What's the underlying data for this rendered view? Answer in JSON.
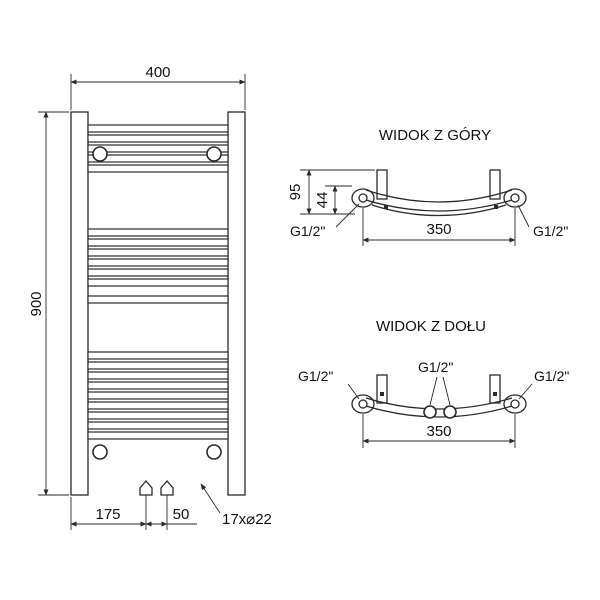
{
  "front_view": {
    "dim_width": "400",
    "dim_height": "900",
    "dim_left_offset": "175",
    "dim_pipe_spacing": "50",
    "tube_spec": "17x⌀22"
  },
  "top_view": {
    "title": "WIDOK Z GÓRY",
    "dim_depth_total": "95",
    "dim_depth_axis": "44",
    "connection_left": "G1/2\"",
    "connection_right": "G1/2\"",
    "dim_axis_spacing": "350"
  },
  "bottom_view": {
    "title": "WIDOK Z DOŁU",
    "connection_left": "G1/2\"",
    "connection_center": "G1/2\"",
    "connection_right": "G1/2\"",
    "dim_axis_spacing": "350"
  }
}
